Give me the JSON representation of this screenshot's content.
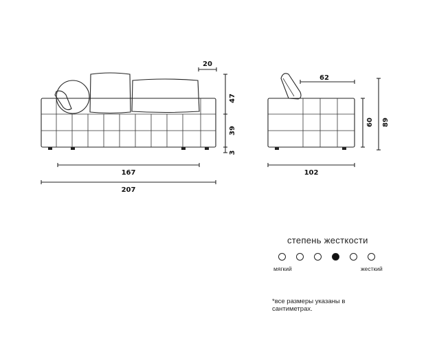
{
  "dimensions": {
    "cushion_gap": "20",
    "back_height": "47",
    "seat_height": "39",
    "leg_height": "3",
    "inner_width": "167",
    "total_width": "207",
    "side_top": "62",
    "side_seat_height": "60",
    "total_height": "89",
    "depth": "102"
  },
  "legend": {
    "title": "степень жесткости",
    "levels": 6,
    "selected_level": 4,
    "soft_label": "мягкий",
    "hard_label": "жесткий"
  },
  "footnote": "*все размеры указаны в сантиметрах."
}
